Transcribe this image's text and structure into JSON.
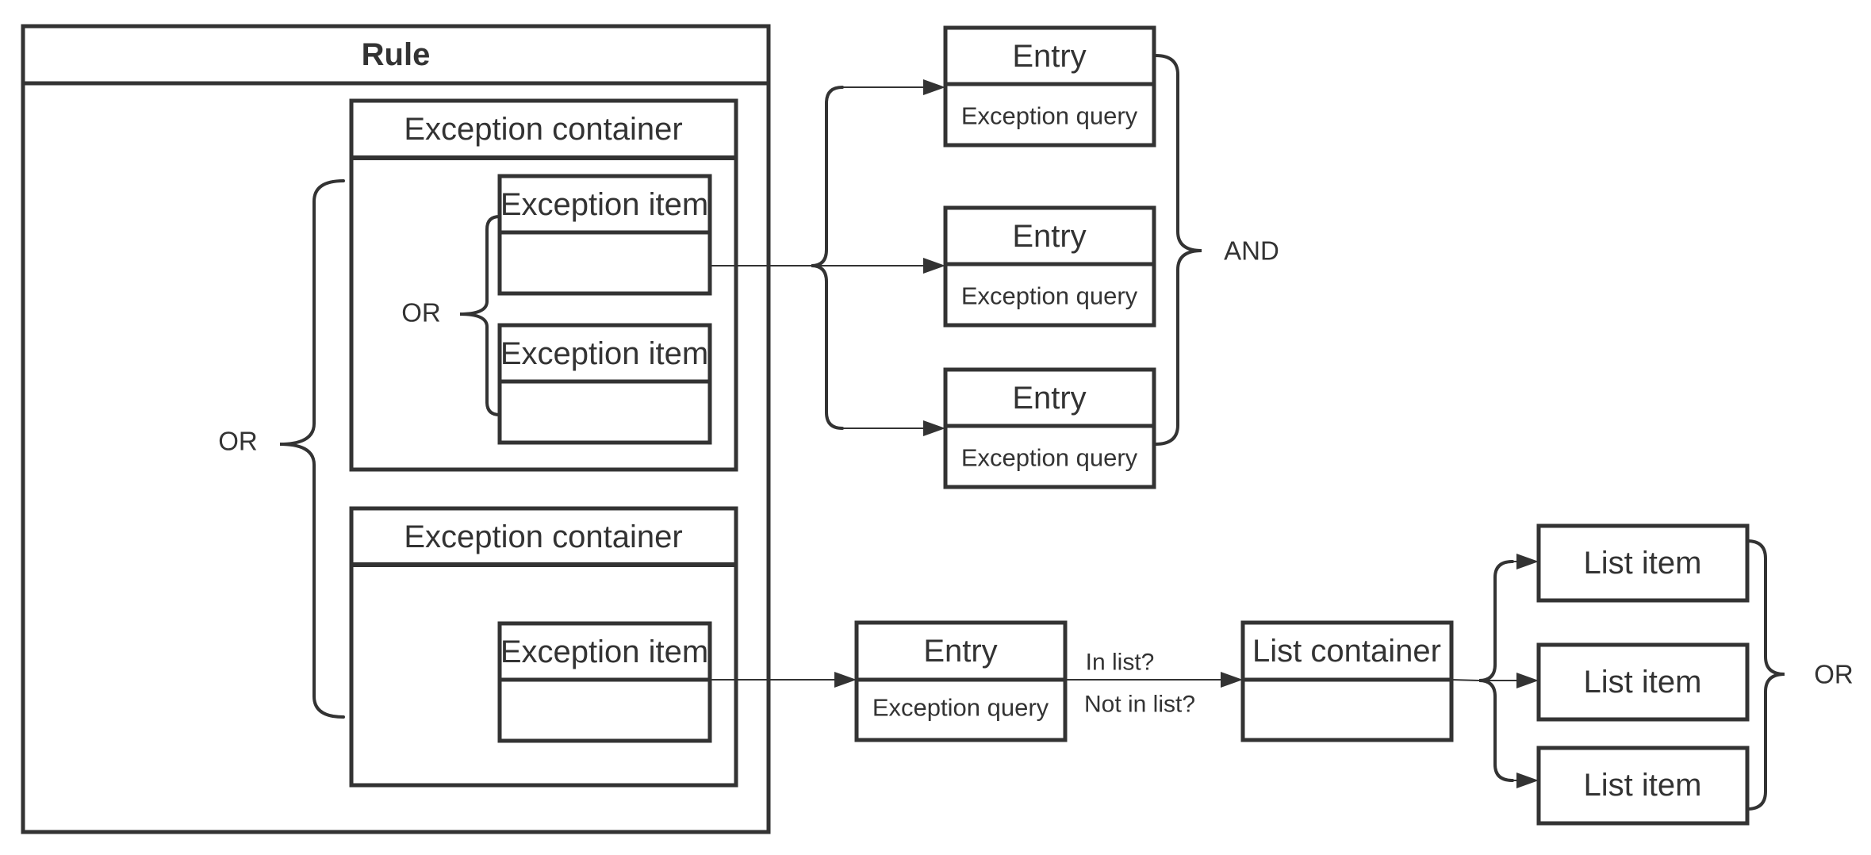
{
  "diagram": {
    "rule": {
      "title": "Rule"
    },
    "containers": [
      {
        "title": "Exception container",
        "items": [
          {
            "title": "Exception item"
          },
          {
            "title": "Exception item"
          }
        ]
      },
      {
        "title": "Exception container",
        "items": [
          {
            "title": "Exception item"
          }
        ]
      }
    ],
    "entries": [
      {
        "title": "Entry",
        "subtitle": "Exception query"
      },
      {
        "title": "Entry",
        "subtitle": "Exception query"
      },
      {
        "title": "Entry",
        "subtitle": "Exception query"
      },
      {
        "title": "Entry",
        "subtitle": "Exception query"
      }
    ],
    "list": {
      "container_title": "List container",
      "items": [
        "List item",
        "List item",
        "List item"
      ]
    },
    "operators": {
      "outer_or": "OR",
      "inner_or": "OR",
      "and": "AND",
      "list_or": "OR"
    },
    "edge_labels": {
      "in_list": "In list?",
      "not_in_list": "Not in list?"
    },
    "colors": {
      "stroke": "#333333",
      "background": "#ffffff"
    }
  }
}
